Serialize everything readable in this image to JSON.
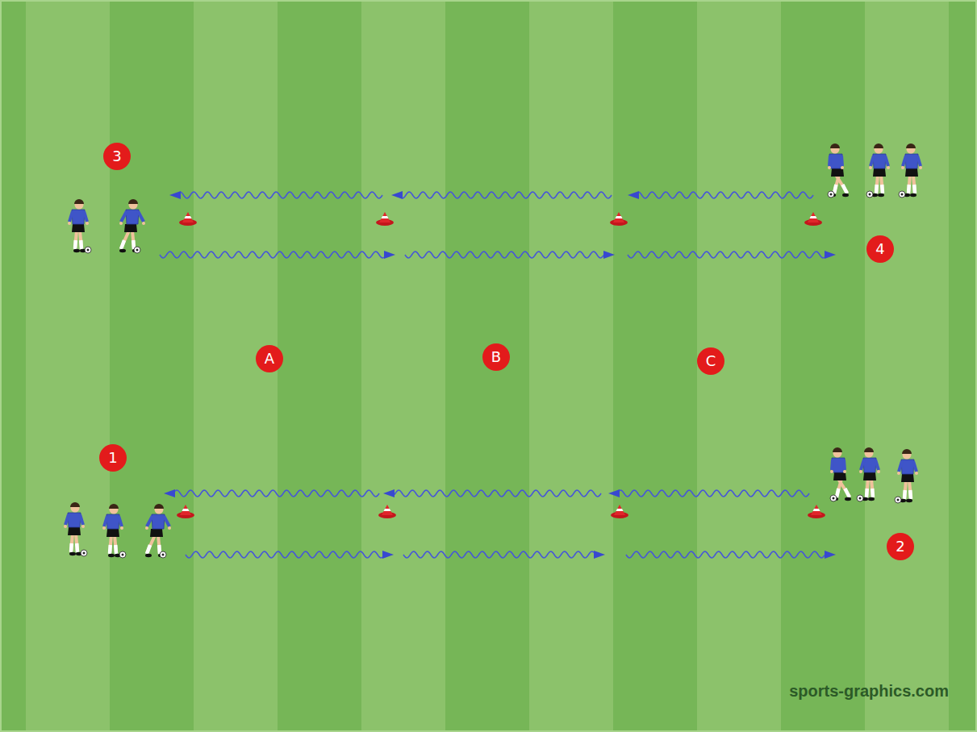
{
  "diagram": {
    "nodes": [
      {
        "text": [
          "3"
        ]
      },
      {
        "text": [
          "4"
        ]
      },
      {
        "text": [
          "A"
        ]
      },
      {
        "text": [
          "B"
        ]
      },
      {
        "text": [
          "C"
        ]
      },
      {
        "text": [
          "1"
        ]
      },
      {
        "text": [
          "2"
        ]
      }
    ],
    "labels": [
      "sports-graphics.com"
    ]
  }
}
